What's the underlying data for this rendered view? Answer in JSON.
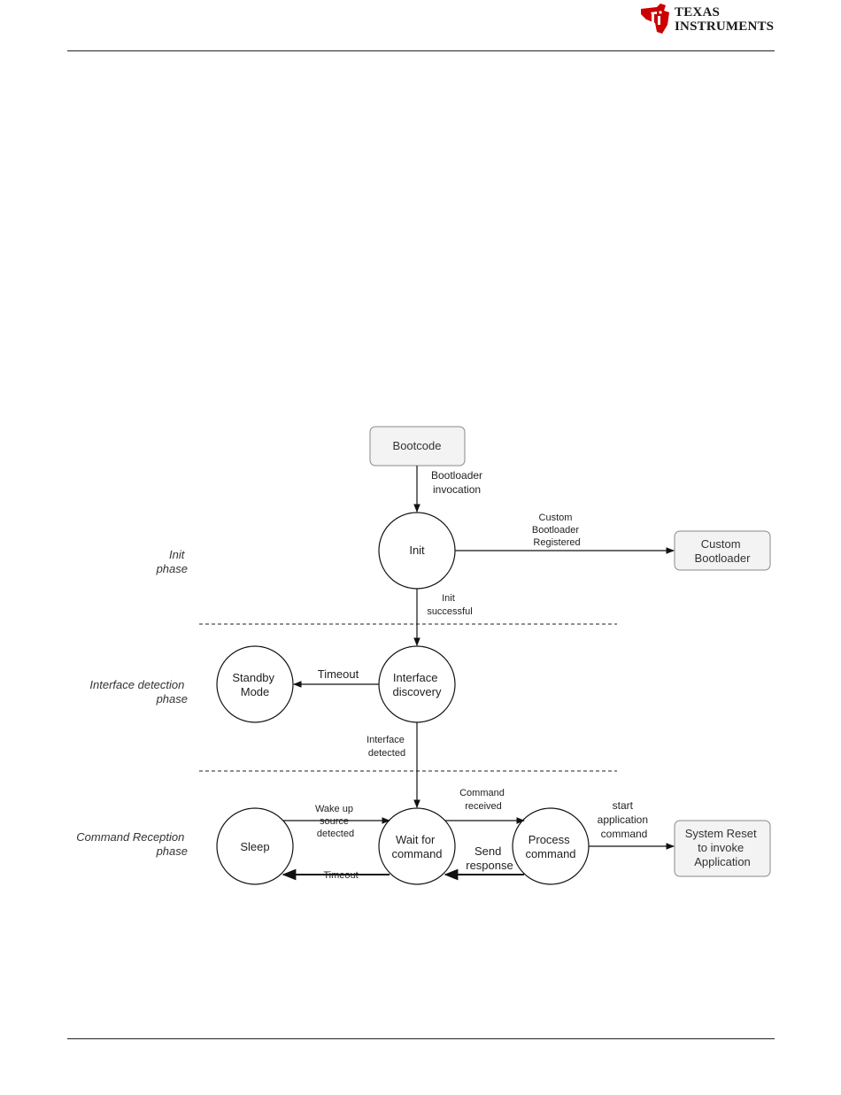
{
  "brand": {
    "line1": "Texas",
    "line2": "Instruments"
  },
  "phases": {
    "init": [
      "Init",
      "phase"
    ],
    "interface": [
      "Interface detection",
      "phase"
    ],
    "command": [
      "Command Reception",
      "phase"
    ]
  },
  "nodes": {
    "bootcode": [
      "Bootcode"
    ],
    "init": [
      "Init"
    ],
    "custom": [
      "Custom",
      "Bootloader"
    ],
    "interface": [
      "Interface",
      "discovery"
    ],
    "standby": [
      "Standby",
      "Mode"
    ],
    "sleep": [
      "Sleep"
    ],
    "wait": [
      "Wait for",
      "command"
    ],
    "process": [
      "Process",
      "command"
    ],
    "reset": [
      "System Reset",
      "to invoke",
      "Application"
    ]
  },
  "edges": {
    "bootloader_invocation": [
      "Bootloader",
      "invocation"
    ],
    "custom_registered": [
      "Custom",
      "Bootloader",
      "Registered"
    ],
    "init_successful": [
      "Init",
      "successful"
    ],
    "timeout_standby": [
      "Timeout"
    ],
    "interface_detected": [
      "Interface",
      "detected"
    ],
    "wake_up": [
      "Wake up",
      "source",
      "detected"
    ],
    "command_received": [
      "Command",
      "received"
    ],
    "start_application": [
      "start",
      "application",
      "command"
    ],
    "send_response": [
      "Send",
      "response"
    ],
    "timeout_sleep": [
      "Timeout"
    ]
  },
  "colors": {
    "box_fill": "#f3f3f3",
    "box_stroke": "#888888",
    "line": "#111111",
    "accent": "#cc0000"
  }
}
